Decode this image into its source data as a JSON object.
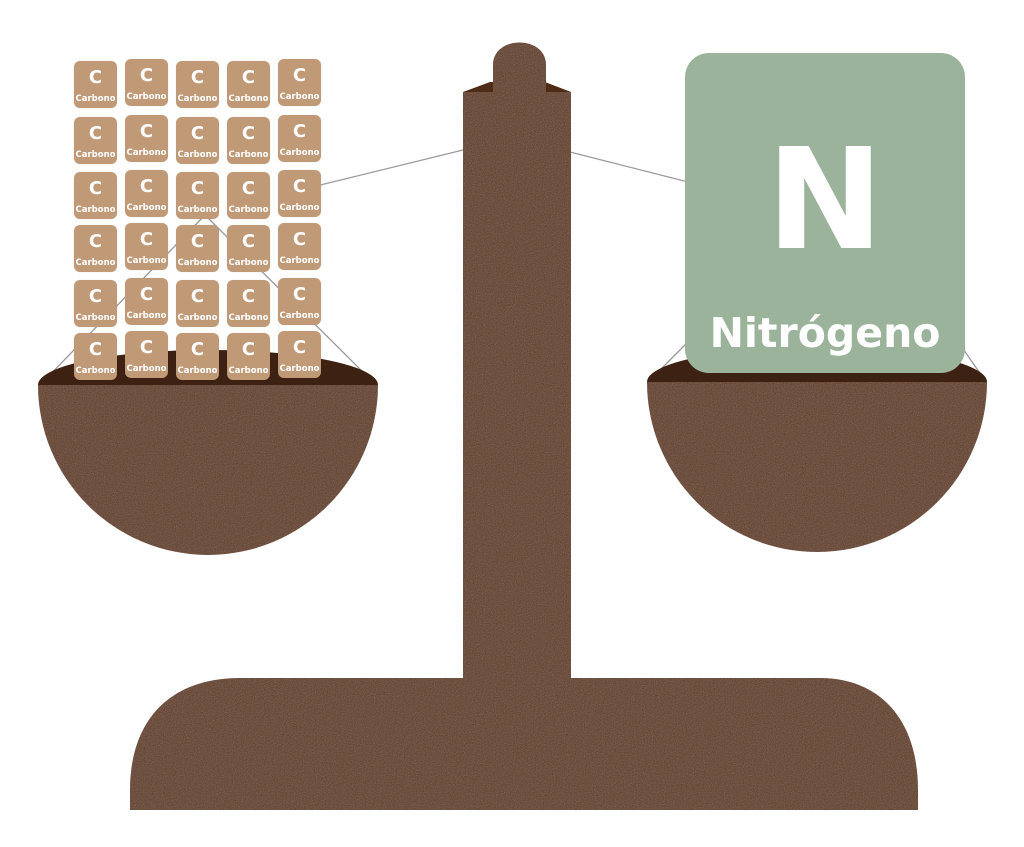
{
  "left_pan": {
    "tiles": [
      {
        "symbol": "C",
        "name": "Carbono"
      },
      {
        "symbol": "C",
        "name": "Carbono"
      },
      {
        "symbol": "C",
        "name": "Carbono"
      },
      {
        "symbol": "C",
        "name": "Carbono"
      },
      {
        "symbol": "C",
        "name": "Carbono"
      },
      {
        "symbol": "C",
        "name": "Carbono"
      },
      {
        "symbol": "C",
        "name": "Carbono"
      },
      {
        "symbol": "C",
        "name": "Carbono"
      },
      {
        "symbol": "C",
        "name": "Carbono"
      },
      {
        "symbol": "C",
        "name": "Carbono"
      },
      {
        "symbol": "C",
        "name": "Carbono"
      },
      {
        "symbol": "C",
        "name": "Carbono"
      },
      {
        "symbol": "C",
        "name": "Carbono"
      },
      {
        "symbol": "C",
        "name": "Carbono"
      },
      {
        "symbol": "C",
        "name": "Carbono"
      },
      {
        "symbol": "C",
        "name": "Carbono"
      },
      {
        "symbol": "C",
        "name": "Carbono"
      },
      {
        "symbol": "C",
        "name": "Carbono"
      },
      {
        "symbol": "C",
        "name": "Carbono"
      },
      {
        "symbol": "C",
        "name": "Carbono"
      },
      {
        "symbol": "C",
        "name": "Carbono"
      },
      {
        "symbol": "C",
        "name": "Carbono"
      },
      {
        "symbol": "C",
        "name": "Carbono"
      },
      {
        "symbol": "C",
        "name": "Carbono"
      },
      {
        "symbol": "C",
        "name": "Carbono"
      },
      {
        "symbol": "C",
        "name": "Carbono"
      },
      {
        "symbol": "C",
        "name": "Carbono"
      },
      {
        "symbol": "C",
        "name": "Carbono"
      },
      {
        "symbol": "C",
        "name": "Carbono"
      },
      {
        "symbol": "C",
        "name": "Carbono"
      }
    ],
    "tile_color": "#c09a77"
  },
  "right_pan": {
    "symbol": "N",
    "name": "Nitrógeno",
    "card_color": "#9bb39b"
  },
  "colors": {
    "wood": "#643a1e",
    "wood_dark": "#3d2213",
    "string": "#9a9a9a"
  }
}
